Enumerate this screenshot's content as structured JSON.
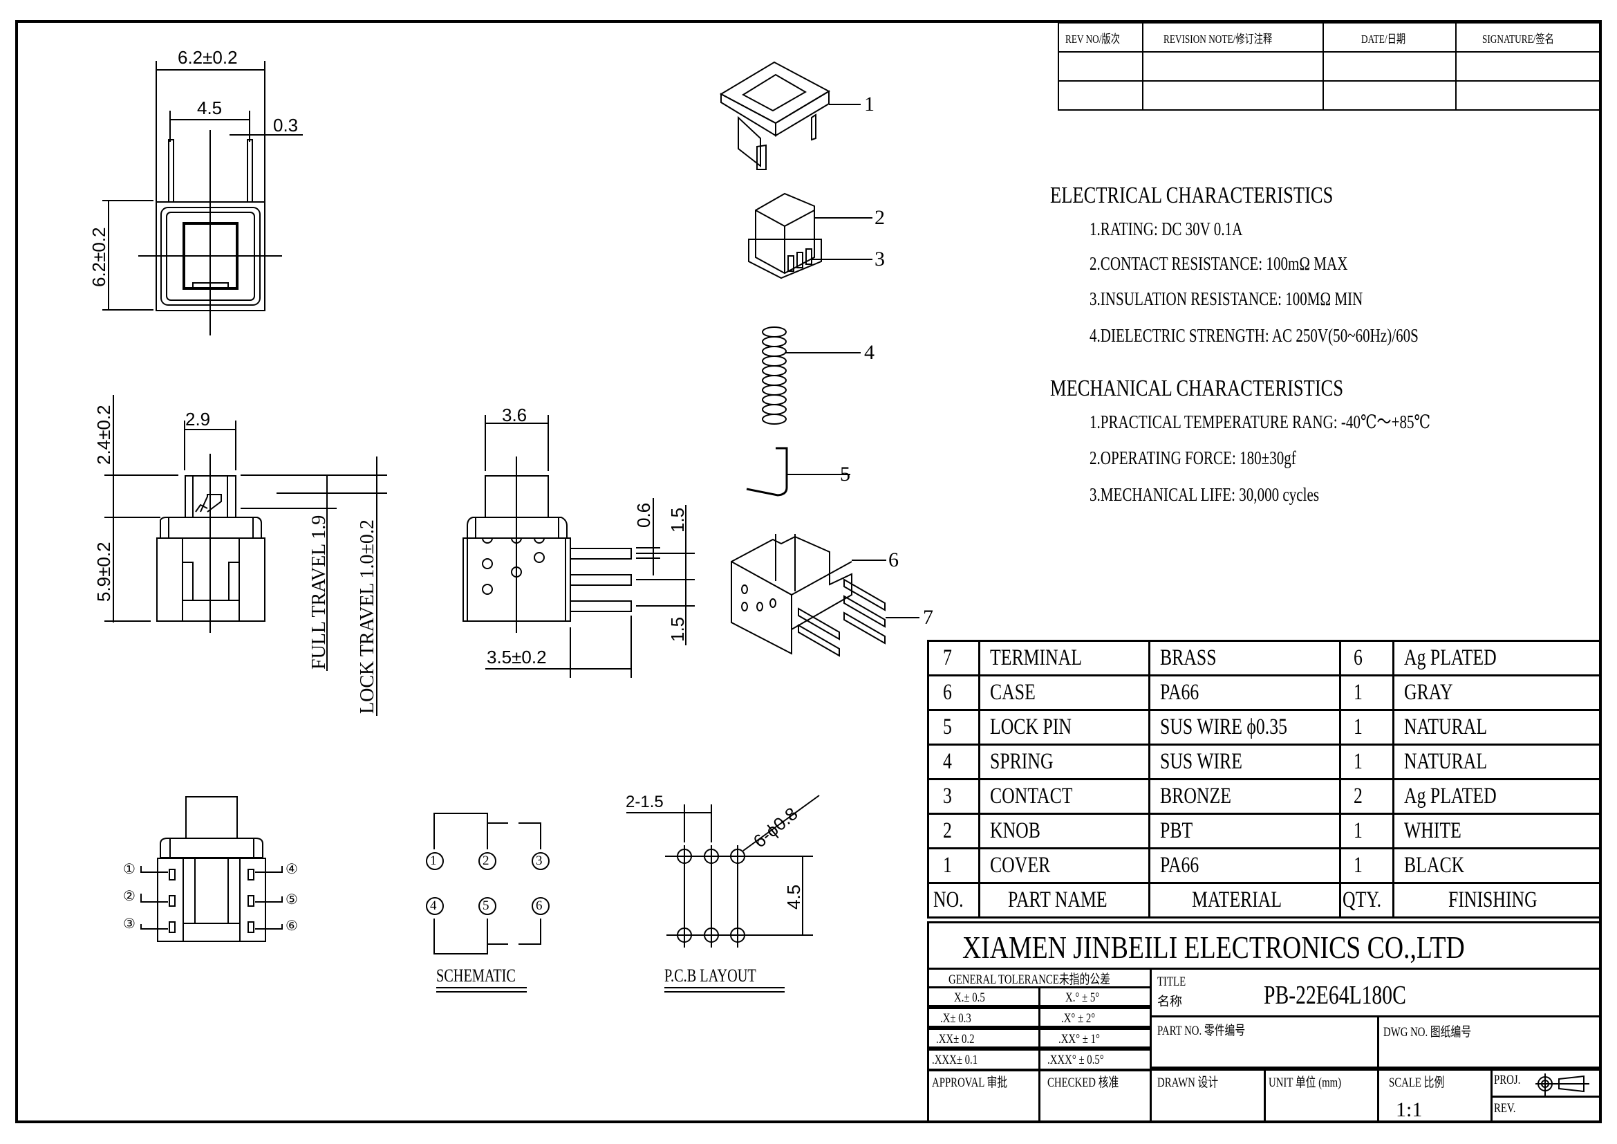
{
  "revision_table": {
    "headers": [
      "REV NO/版次",
      "REVISION NOTE/修订注释",
      "DATE/日期",
      "SIGNATURE/签名"
    ],
    "rows": [
      [
        "",
        "",
        "",
        ""
      ],
      [
        "",
        "",
        "",
        ""
      ]
    ]
  },
  "electrical": {
    "title": "ELECTRICAL CHARACTERISTICS",
    "items": [
      "1.RATING: DC 30V 0.1A",
      "2.CONTACT RESISTANCE: 100mΩ MAX",
      "3.INSULATION RESISTANCE: 100MΩ MIN",
      "4.DIELECTRIC STRENGTH: AC 250V(50~60Hz)/60S"
    ]
  },
  "mechanical": {
    "title": "MECHANICAL CHARACTERISTICS",
    "items": [
      "1.PRACTICAL TEMPERATURE RANG: -40℃～+85℃",
      "2.OPERATING FORCE: 180±30gf",
      "3.MECHANICAL LIFE: 30,000 cycles"
    ]
  },
  "bom": {
    "headers": {
      "no": "NO.",
      "part_name": "PART NAME",
      "material": "MATERIAL",
      "qty": "QTY.",
      "finishing": "FINISHING"
    },
    "rows": [
      {
        "no": "7",
        "part_name": "TERMINAL",
        "material": "BRASS",
        "qty": "6",
        "finishing": "Ag PLATED"
      },
      {
        "no": "6",
        "part_name": "CASE",
        "material": "PA66",
        "qty": "1",
        "finishing": "GRAY"
      },
      {
        "no": "5",
        "part_name": "LOCK PIN",
        "material": "SUS WIRE ϕ0.35",
        "qty": "1",
        "finishing": "NATURAL"
      },
      {
        "no": "4",
        "part_name": "SPRING",
        "material": "SUS WIRE",
        "qty": "1",
        "finishing": "NATURAL"
      },
      {
        "no": "3",
        "part_name": "CONTACT",
        "material": "BRONZE",
        "qty": "2",
        "finishing": "Ag PLATED"
      },
      {
        "no": "2",
        "part_name": "KNOB",
        "material": "PBT",
        "qty": "1",
        "finishing": "WHITE"
      },
      {
        "no": "1",
        "part_name": "COVER",
        "material": "PA66",
        "qty": "1",
        "finishing": "BLACK"
      }
    ]
  },
  "title_block": {
    "company": "XIAMEN JINBEILI ELECTRONICS CO.,LTD",
    "general_tolerance_label": "GENERAL TOLERANCE未指的公差",
    "tolerances": [
      {
        "linear": "X.± 0.5",
        "angular": "X.° ± 5°"
      },
      {
        "linear": ".X± 0.3",
        "angular": ".X° ± 2°"
      },
      {
        "linear": ".XX± 0.2",
        "angular": ".XX° ± 1°"
      },
      {
        "linear": ".XXX± 0.1",
        "angular": ".XXX° ± 0.5°"
      }
    ],
    "title_label": "TITLE",
    "title_label_cn": "名称",
    "title_value": "PB-22E64L180C",
    "part_no_label": "PART NO. 零件编号",
    "part_no_value": "",
    "dwg_no_label": "DWG NO. 图纸编号",
    "dwg_no_value": "",
    "approval_label": "APPROVAL 审批",
    "checked_label": "CHECKED 核准",
    "drawn_label": "DRAWN 设计",
    "unit_label": "UNIT 单位 (mm)",
    "scale_label": "SCALE 比例",
    "scale_value": "1:1",
    "proj_label": "PROJ.",
    "rev_label": "REV."
  },
  "dimensions": {
    "top_width": "6.2±0.2",
    "pin_span": "4.5",
    "pin_thickness": "0.3",
    "top_height": "6.2±0.2",
    "knob_width": "2.9",
    "knob_height": "2.4±0.2",
    "body_height": "5.9±0.2",
    "full_travel": "FULL TRAVEL 1.9",
    "lock_travel": "LOCK TRAVEL 1.0±0.2",
    "side_knob_width": "3.6",
    "pin_width": "0.6",
    "pin_pitch_top": "1.5",
    "pin_pitch_bottom": "1.5",
    "pin_length": "3.5±0.2",
    "pcb_pitch": "2-1.5",
    "pcb_holes": "6-ϕ0.8",
    "pcb_row_spacing": "4.5"
  },
  "balloons": [
    "1",
    "2",
    "3",
    "4",
    "5",
    "6",
    "7"
  ],
  "pin_labels": [
    "①",
    "②",
    "③",
    "④",
    "⑤",
    "⑥"
  ],
  "schematic_label": "SCHEMATIC",
  "pcb_label": "P.C.B LAYOUT"
}
